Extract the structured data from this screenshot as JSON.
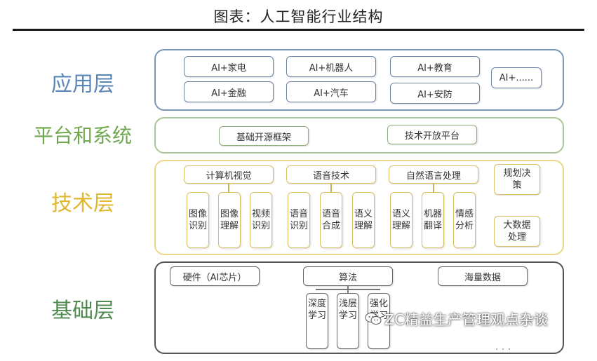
{
  "title": "图表：人工智能行业结构",
  "layers": {
    "app": {
      "label": "应用层",
      "color": "#5b86b8",
      "items": [
        "AI+家电",
        "AI+机器人",
        "AI+教育",
        "AI+金融",
        "AI+汽车",
        "AI+安防",
        "AI+......"
      ]
    },
    "platform": {
      "label": "平台和系统",
      "color": "#6fa64e",
      "items": [
        "基础开源框架",
        "技术开放平台"
      ]
    },
    "tech": {
      "label": "技术层",
      "color": "#e0b730",
      "groups": [
        {
          "name": "计算机视觉",
          "children": [
            "图像识别",
            "图像理解",
            "视频识别"
          ]
        },
        {
          "name": "语音技术",
          "children": [
            "语音识别",
            "语音合成",
            "语义理解"
          ]
        },
        {
          "name": "自然语言处理",
          "children": [
            "语义理解",
            "机器翻译",
            "情感分析"
          ]
        }
      ],
      "extras": [
        "规划决策",
        "大数据处理"
      ]
    },
    "base": {
      "label": "基础层",
      "color": "#4f8a50",
      "items": [
        "硬件（AI芯片）",
        "算法",
        "海量数据"
      ],
      "algo_children": [
        "深度学习",
        "浅层学习",
        "强化学习"
      ]
    }
  },
  "watermark": "ZC精益生产管理观点杂谈",
  "trailing_dots": "· · ·",
  "icons": [
    "wechat-icon"
  ]
}
